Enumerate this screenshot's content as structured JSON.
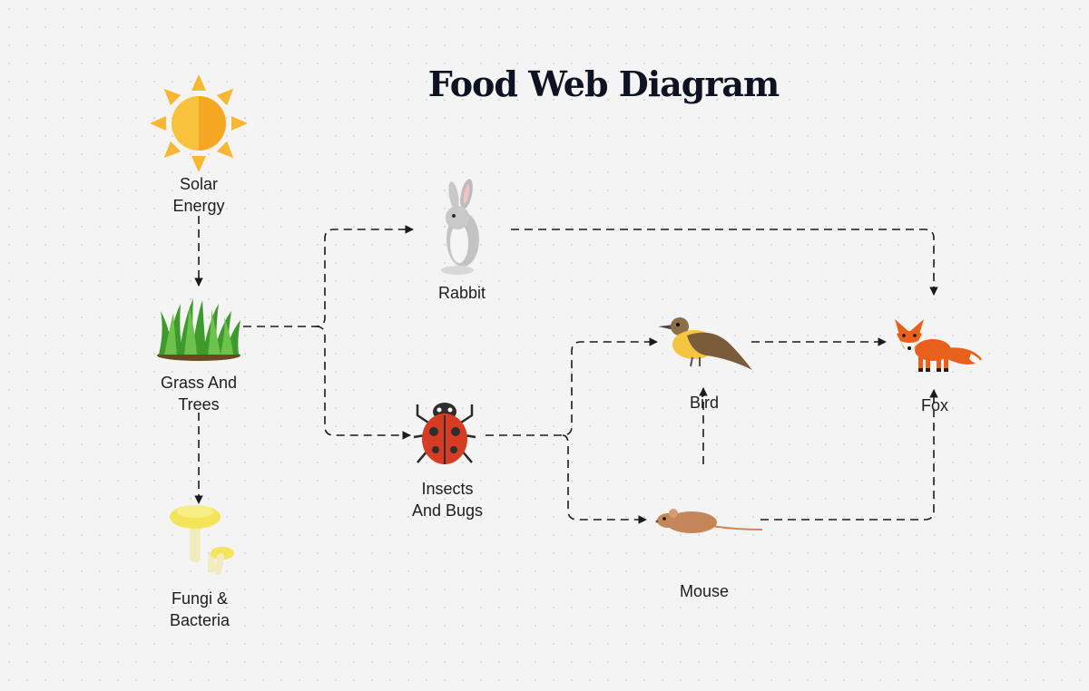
{
  "title": "Food Web Diagram",
  "nodes": {
    "solar": {
      "label": "Solar\nEnergy",
      "icon": "sun-icon"
    },
    "grass": {
      "label": "Grass And\nTrees",
      "icon": "grass-icon"
    },
    "fungi": {
      "label": "Fungi &\nBacteria",
      "icon": "mushroom-icon"
    },
    "rabbit": {
      "label": "Rabbit",
      "icon": "rabbit-icon"
    },
    "insects": {
      "label": "Insects\nAnd Bugs",
      "icon": "ladybug-icon"
    },
    "bird": {
      "label": "Bird",
      "icon": "bird-icon"
    },
    "mouse": {
      "label": "Mouse",
      "icon": "mouse-icon"
    },
    "fox": {
      "label": "Fox",
      "icon": "fox-icon"
    }
  },
  "edges": [
    {
      "from": "solar",
      "to": "grass"
    },
    {
      "from": "grass",
      "to": "fungi"
    },
    {
      "from": "grass",
      "to": "rabbit"
    },
    {
      "from": "grass",
      "to": "insects"
    },
    {
      "from": "rabbit",
      "to": "fox"
    },
    {
      "from": "insects",
      "to": "bird"
    },
    {
      "from": "insects",
      "to": "mouse"
    },
    {
      "from": "mouse",
      "to": "bird"
    },
    {
      "from": "bird",
      "to": "fox"
    },
    {
      "from": "mouse",
      "to": "fox"
    }
  ],
  "colors": {
    "arrow": "#1a1a1a",
    "sun": "#f7b733",
    "fox": "#e8601c",
    "ladybug": "#d63b24"
  }
}
